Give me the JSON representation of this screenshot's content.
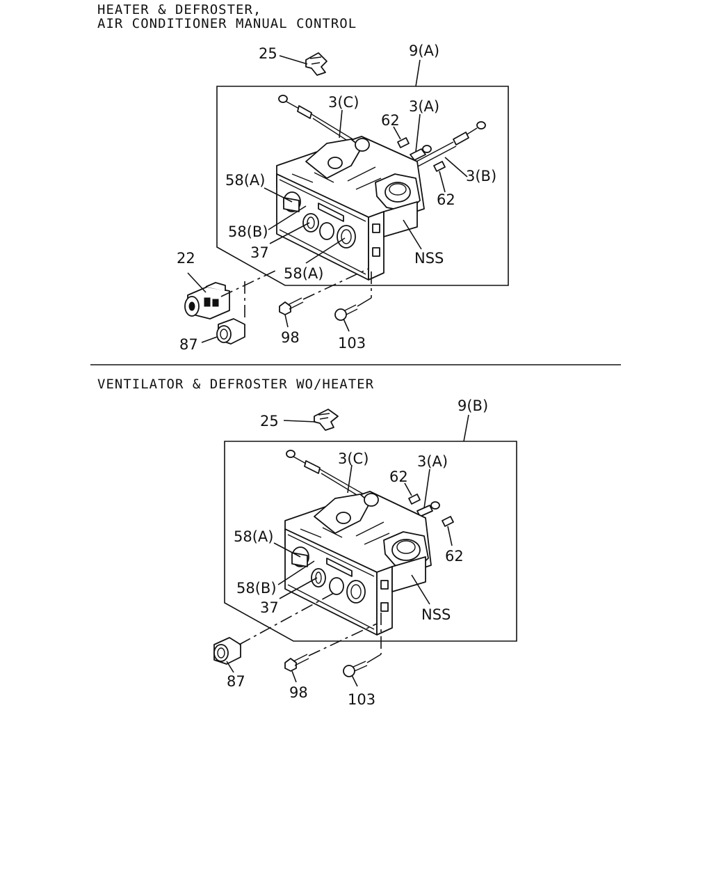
{
  "sections": [
    {
      "title_lines": [
        "HEATER & DEFROSTER,",
        "AIR CONDITIONER MANUAL CONTROL"
      ],
      "assembly_label": "9(A)",
      "callouts": {
        "clip": "25",
        "cable_c": "3(C)",
        "pin_top": "62",
        "cable_a": "3(A)",
        "cable_b": "3(B)",
        "pin_right": "62",
        "knob_a_top": "58(A)",
        "knob_b": "58(B)",
        "bulb": "37",
        "knob_a_bottom": "58(A)",
        "nss": "NSS",
        "switch": "22",
        "socket": "87",
        "bolt": "98",
        "screw": "103"
      }
    },
    {
      "title_lines": [
        "VENTILATOR & DEFROSTER WO/HEATER"
      ],
      "assembly_label": "9(B)",
      "callouts": {
        "clip": "25",
        "cable_c": "3(C)",
        "pin_top": "62",
        "cable_a": "3(A)",
        "pin_right": "62",
        "knob_a": "58(A)",
        "knob_b": "58(B)",
        "bulb": "37",
        "nss": "NSS",
        "socket": "87",
        "bolt": "98",
        "screw": "103"
      }
    }
  ]
}
